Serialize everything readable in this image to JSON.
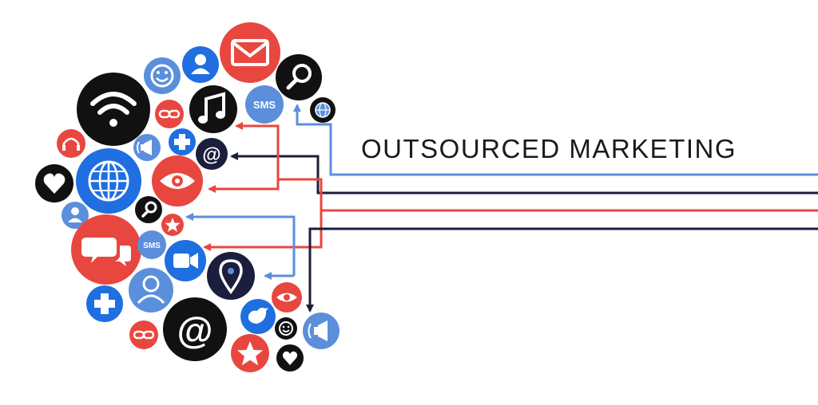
{
  "headline": "OUTSOURCED MARKETING",
  "sms_labels": [
    "SMS",
    "SMS"
  ],
  "at_symbol": "@",
  "colors": {
    "red": "#e8473f",
    "blue": "#5b8fdc",
    "deep_blue": "#1f6fe0",
    "navy": "#1b1e3c",
    "black": "#111111",
    "white": "#ffffff",
    "text": "#1a1a1a"
  },
  "icons": [
    "mail-icon",
    "user-icon",
    "smiley-icon",
    "search-icon",
    "wifi-icon",
    "music-icon",
    "sms-icon",
    "globe-icon",
    "chain-link-icon",
    "headphones-icon",
    "megaphone-icon",
    "plus-icon",
    "at-icon",
    "heart-icon",
    "eye-icon",
    "video-camera-icon",
    "location-pin-icon",
    "chat-bubbles-icon",
    "star-icon",
    "bird-icon"
  ]
}
